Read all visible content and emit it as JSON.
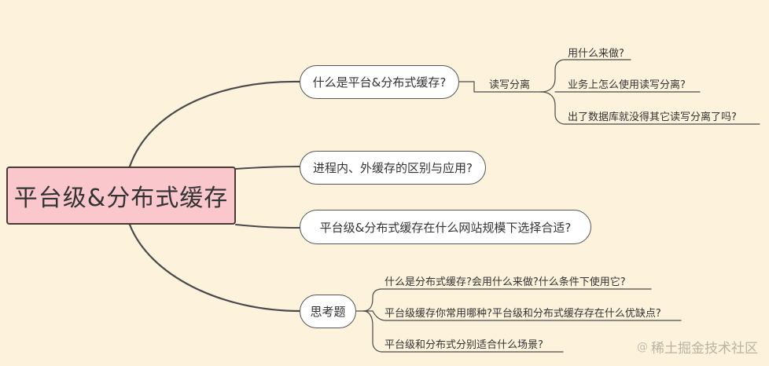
{
  "root": {
    "label": "平台级&分布式缓存"
  },
  "topics": [
    {
      "label": "什么是平台&分布式缓存?"
    },
    {
      "label": "进程内、外缓存的区别与应用?"
    },
    {
      "label": "平台级&分布式缓存在什么网站规模下选择合适?"
    },
    {
      "label": "思考题"
    }
  ],
  "subtopic": {
    "label": "读写分离"
  },
  "read_write_items": [
    {
      "label": "用什么来做?"
    },
    {
      "label": "业务上怎么使用读写分离?"
    },
    {
      "label": "出了数据库就没得其它读写分离了吗?"
    }
  ],
  "thinking_items": [
    {
      "label": "什么是分布式缓存?会用什么来做?什么条件下使用它?"
    },
    {
      "label": "平台级缓存你常用哪种?平台级和分布式缓存存在什么优缺点?"
    },
    {
      "label": "平台级和分布式分别适合什么场景?"
    }
  ],
  "watermark": {
    "text": "稀土掘金技术社区",
    "icon": "at-icon"
  },
  "colors": {
    "background": "#fdf3dc",
    "root_fill": "#f9c7cc",
    "line": "#4a4a4a"
  }
}
